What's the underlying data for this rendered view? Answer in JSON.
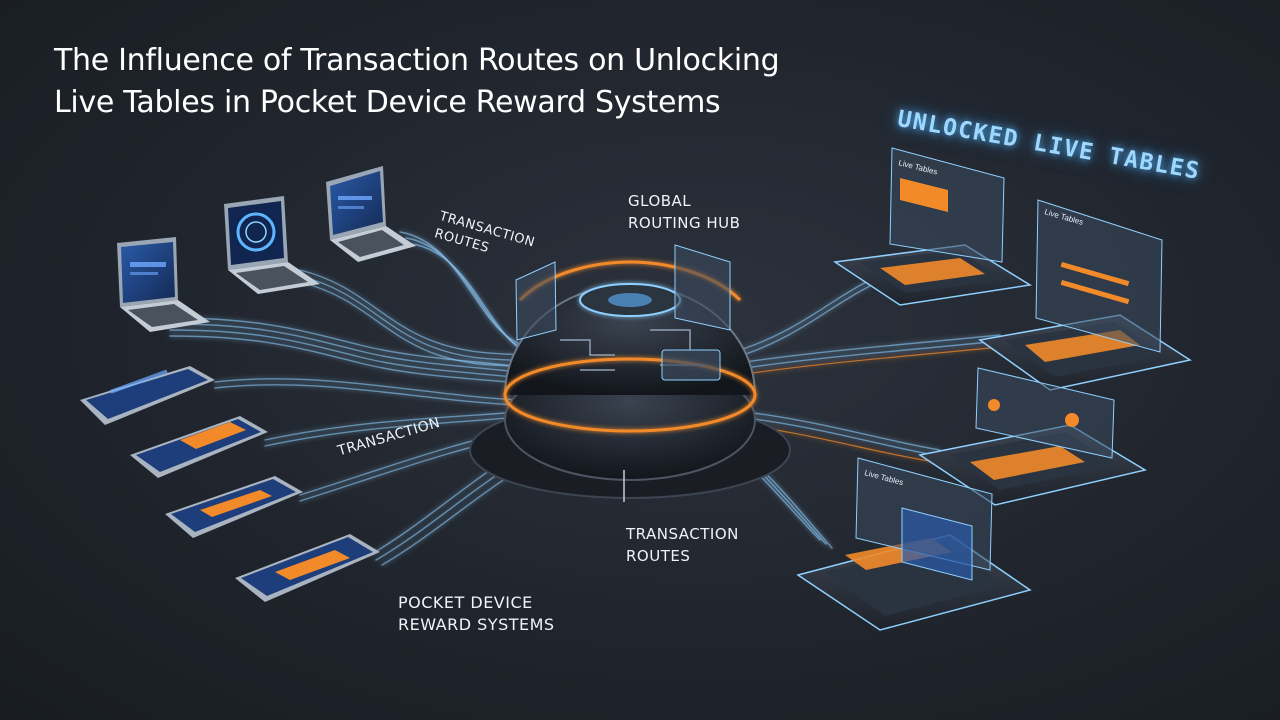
{
  "title": {
    "line1": "The Influence of Transaction Routes on Unlocking",
    "line2": "Live Tables in Pocket Device Reward Systems"
  },
  "labels": {
    "hub_line1": "Global",
    "hub_line2": "Routing Hub",
    "routes_top_line1": "Transaction",
    "routes_top_line2": "Routes",
    "transaction_left": "Transaction",
    "routes_bottom_line1": "Transaction",
    "routes_bottom_line2": "Routes",
    "pocket_line1": "Pocket Device",
    "pocket_line2": "Reward Systems",
    "unlocked": "Unlocked Live Tables"
  },
  "panels": {
    "panel1_title": "Live Tables",
    "panel2_title": "Live Tables",
    "panel3_title": "Live Tables"
  },
  "colors": {
    "accent_orange": "#f28a2a",
    "route_blue": "#8fd0ff",
    "glow_blue": "#4aa8ff",
    "device_frame": "#9aa6b4"
  }
}
